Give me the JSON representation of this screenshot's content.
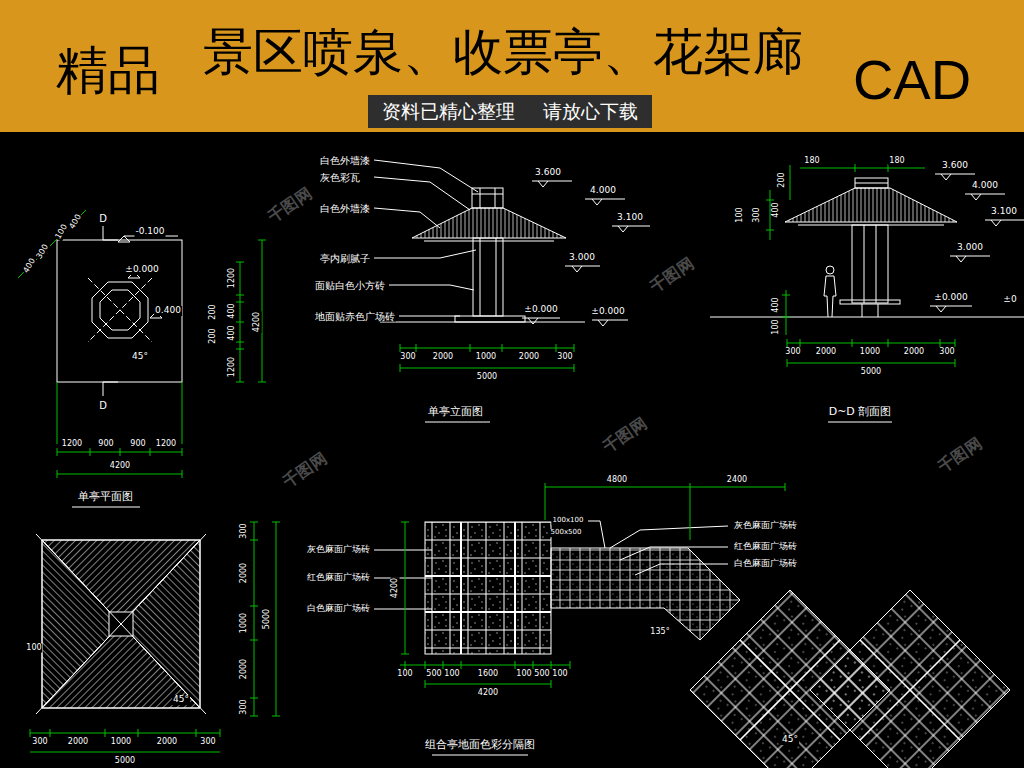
{
  "diagram": {
    "nodes": [
      {
        "text": [
          "精品",
          "景区喷泉、收票亭、花架廊",
          "CAD"
        ]
      },
      {
        "text": [
          "资料已精心整理",
          "请放心下载"
        ],
        "in": 0
      }
    ],
    "labels": [
      "D",
      "-0.100",
      "±0.000",
      "0.400",
      "45°",
      "D",
      "400",
      "300",
      "100",
      "400",
      "1200",
      "400",
      "400",
      "1200",
      "200",
      "200",
      "4200",
      "1200",
      "900",
      "900",
      "1200",
      "4200",
      "单亭平面图",
      "白色外墙漆",
      "灰色彩瓦",
      "白色外墙漆",
      "亭内刷腻子",
      "面贴白色小方砖",
      "地面贴赤色广场砖",
      "3.600",
      "4.000",
      "3.100",
      "3.000",
      "±0.000",
      "±0.000",
      "300",
      "2000",
      "1000",
      "2000",
      "300",
      "5000",
      "单亭立面图",
      "180",
      "180",
      "3.600",
      "4.000",
      "3.100",
      "3.000",
      "±0.000",
      "±0",
      "100",
      "300",
      "400",
      "200",
      "400",
      "100",
      "300",
      "2000",
      "1000",
      "2000",
      "300",
      "5000",
      "D~D 剖面图",
      "300",
      "2000",
      "1000",
      "2000",
      "300",
      "5000",
      "100",
      "45°",
      "300",
      "2000",
      "1000",
      "2000",
      "300",
      "5000",
      "4800",
      "2400",
      "100x100",
      "500x500",
      "灰色麻面广场砖",
      "红色麻面广场砖",
      "白色麻面广场砖",
      "灰色麻面广场砖",
      "红色麻面广场砖",
      "白色麻面广场砖",
      "4200",
      "135°",
      "100",
      "500",
      "100",
      "1600",
      "100",
      "500",
      "100",
      "4200",
      "组合亭地面色彩分隔图",
      "45°",
      "千图网",
      "千图网",
      "千图网",
      "千图网",
      "千图网"
    ]
  }
}
